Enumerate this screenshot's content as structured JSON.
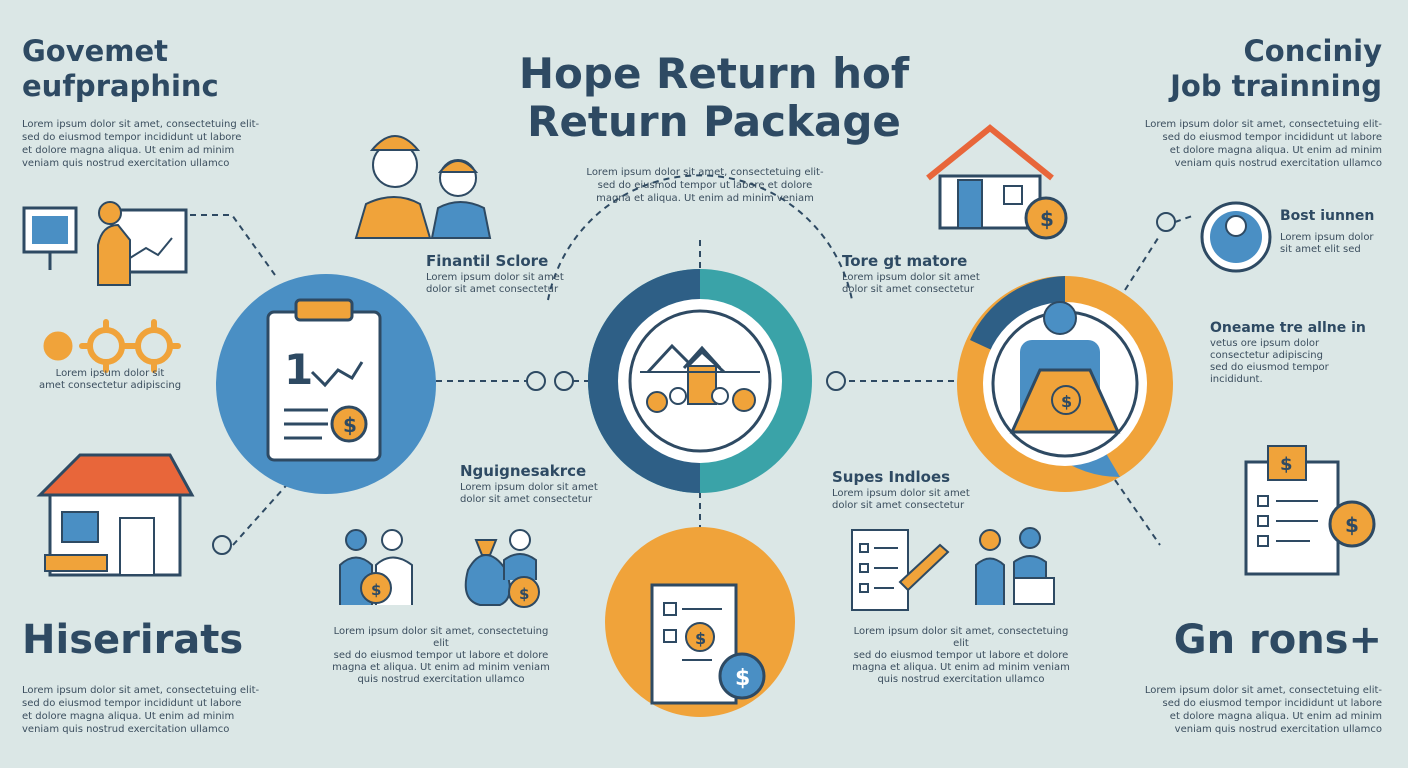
{
  "title": {
    "line1": "Hope Return hof",
    "line2": "Return Package"
  },
  "intro_text": "Lorem ipsum dolor sit amet, consectetuing elit-\nsed do eiusmod tempor ut labore et dolore\nmagna et aliqua. Ut enim ad minim veniam",
  "top_left": {
    "heading_line1": "Govemet",
    "heading_line2": "eufpraphinc",
    "text": "Lorem ipsum dolor sit amet, consectetuing elit-\nsed do eiusmod tempor incididunt ut labore\net dolore magna aliqua. Ut enim ad minim\nveniam quis nostrud exercitation ullamco"
  },
  "top_right": {
    "heading_line1": "Conciniy",
    "heading_line2": "Job trainning",
    "text": "Lorem ipsum dolor sit amet, consectetuing elit-\nsed do eiusmod tempor incididunt ut labore\net dolore magna aliqua. Ut enim ad minim\nveniam quis nostrud exercitation ullamco"
  },
  "bottom_left": {
    "heading": "Hiserirats",
    "text": "Lorem ipsum dolor sit amet, consectetuing elit-\nsed do eiusmod tempor incididunt ut labore\net dolore magna aliqua. Ut enim ad minim\nveniam quis nostrud exercitation ullamco"
  },
  "bottom_right": {
    "heading": "Gn rons+",
    "text": "Lorem ipsum dolor sit amet, consectetuing elit-\nsed do eiusmod tempor incididunt ut labore\net dolore magna aliqua. Ut enim ad minim\nveniam quis nostrud exercitation ullamco"
  },
  "gears_caption": "Lorem ipsum dolor sit\namet consectetur adipiscing",
  "financial": {
    "heading": "Finantil Sclore",
    "text": "Lorem ipsum dolor sit amet\ndolor sit amet consectetur"
  },
  "tore": {
    "heading": "Tore gt matore",
    "text": "Lorem ipsum dolor sit amet\ndolor sit amet consectetur"
  },
  "nguig": {
    "heading": "Nguignesakrce",
    "text": "Lorem ipsum dolor sit amet\ndolor sit amet consectetur"
  },
  "supes": {
    "heading": "Supes Indloes",
    "text": "Lorem ipsum dolor sit amet\ndolor sit amet consectetur"
  },
  "bottom_mid_left_text": "Lorem ipsum dolor sit amet, consectetuing elit\nsed do eiusmod tempor ut labore et dolore\nmagna et aliqua. Ut enim ad minim veniam\nquis nostrud exercitation ullamco",
  "bottom_mid_right_text": "Lorem ipsum dolor sit amet, consectetuing elit\nsed do eiusmod tempor ut labore et dolore\nmagna et aliqua. Ut enim ad minim veniam\nquis nostrud exercitation ullamco",
  "bost": {
    "heading": "Bost iunnen",
    "text": "Lorem ipsum dolor\nsit amet elit sed"
  },
  "oneame": {
    "heading": "Oneame tre allne in",
    "text": "vetus ore ipsum dolor\nconsectetur adipiscing\nsed do eiusmod tempor\nincididunt."
  },
  "colors": {
    "blue": "#4a8fc4",
    "orange": "#f0a33a",
    "teal": "#3aa3a8",
    "navy": "#2e4a63",
    "background": "#dbe7e6"
  },
  "icons": [
    "whiteboard-icon",
    "gear-icon",
    "house-icon",
    "clipboard-chart-icon",
    "workers-icon",
    "home-dollar-icon",
    "village-icon",
    "worker-dollar-icon",
    "invoice-icon",
    "checklist-dollar-icon",
    "people-dollar-icon",
    "money-bag-icon",
    "signing-icon",
    "handshake-icon",
    "employee-badge-icon"
  ]
}
